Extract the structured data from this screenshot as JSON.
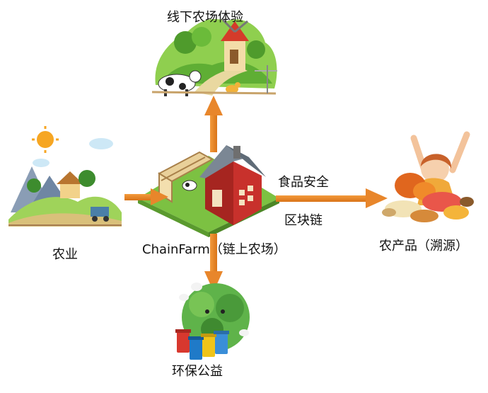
{
  "labels": {
    "offline_farm": "线下农场体验",
    "agriculture": "农业",
    "center": "ChainFarm（链上农场）",
    "food_safety": "食品安全",
    "blockchain": "区块链",
    "products": "农产品（溯源）",
    "environment": "环保公益"
  },
  "colors": {
    "arrow": "#e8862b",
    "grass": "#7cc142",
    "farmhouse_red": "#c8312c",
    "sky": "#dff1fb"
  }
}
